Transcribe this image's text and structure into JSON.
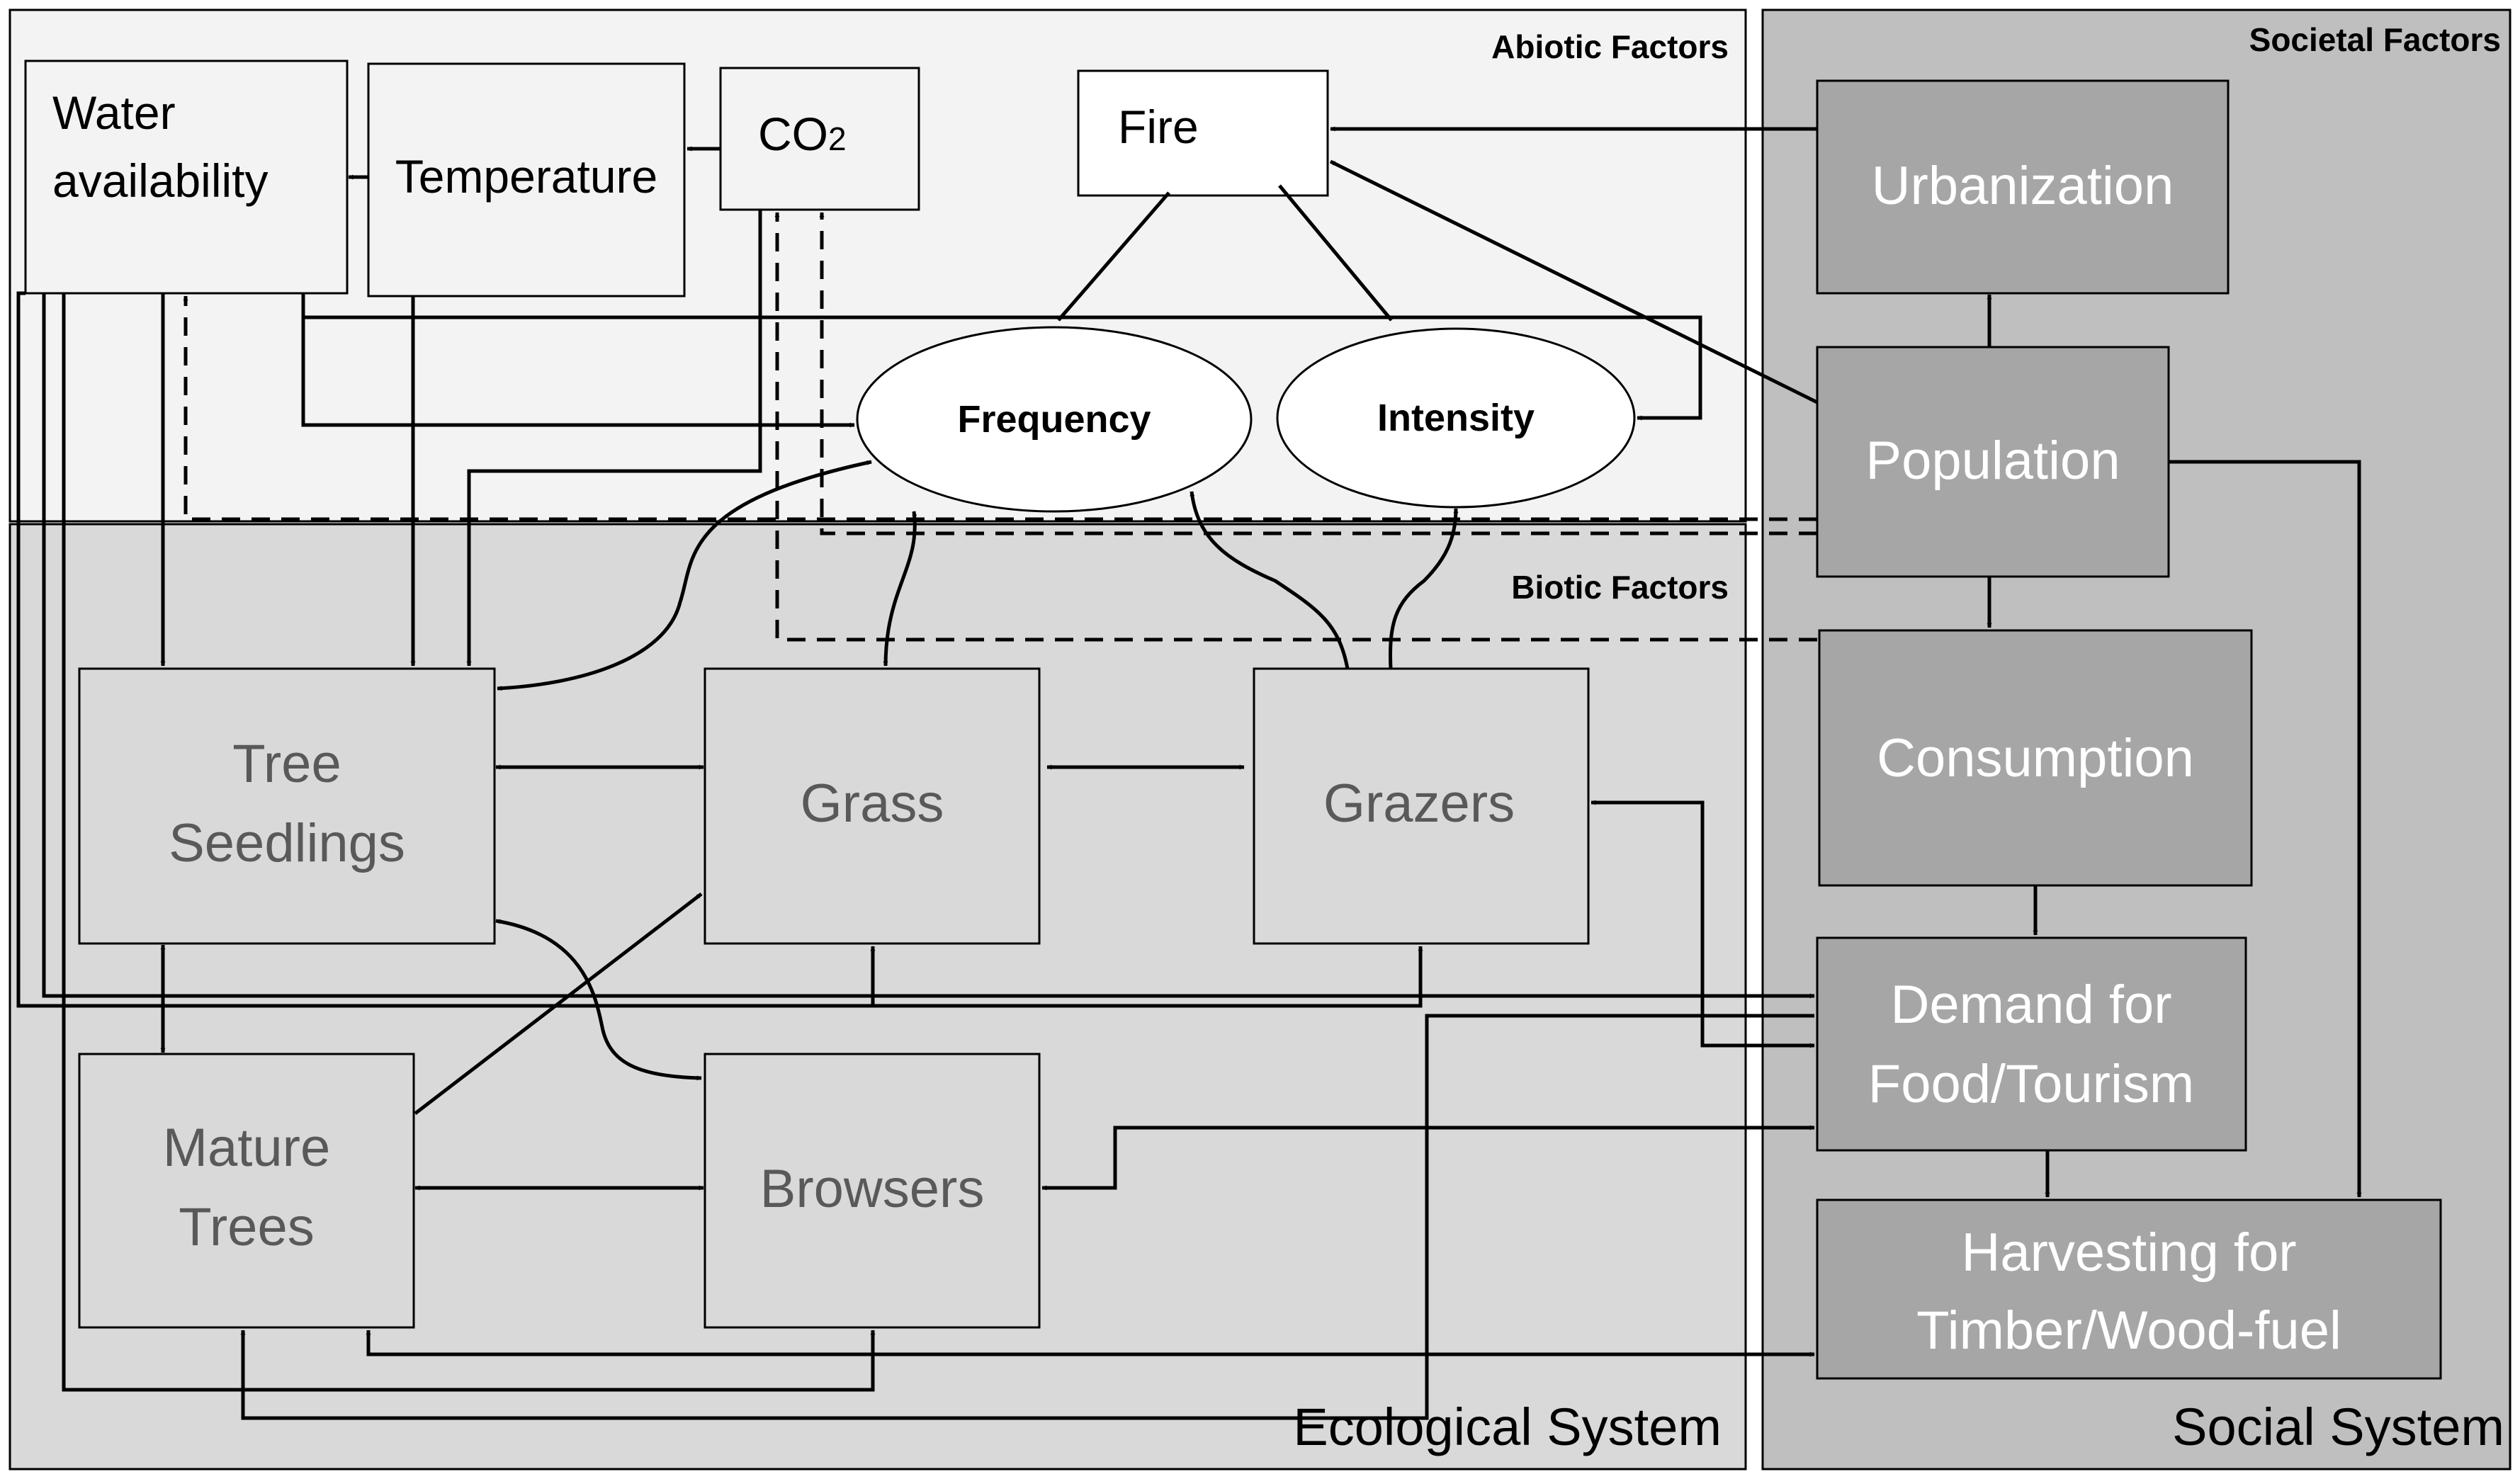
{
  "regions": {
    "abiotic": "Abiotic Factors",
    "biotic": "Biotic Factors",
    "societal": "Societal Factors",
    "ecological_system": "Ecological System",
    "social_system": "Social System"
  },
  "nodes": {
    "water_line1": "Water",
    "water_line2": "availability",
    "temperature": "Temperature",
    "co2_main": "CO",
    "co2_sub": "2",
    "fire": "Fire",
    "frequency": "Frequency",
    "intensity": "Intensity",
    "urbanization": "Urbanization",
    "population": "Population",
    "consumption": "Consumption",
    "demand_line1": "Demand for",
    "demand_line2": "Food/Tourism",
    "harvest_line1": "Harvesting for",
    "harvest_line2": "Timber/Wood-fuel",
    "tree_seedlings_line1": "Tree",
    "tree_seedlings_line2": "Seedlings",
    "grass": "Grass",
    "grazers": "Grazers",
    "mature_trees_line1": "Mature",
    "mature_trees_line2": "Trees",
    "browsers": "Browsers"
  },
  "colors": {
    "abiotic_bg": "#f3f3f3",
    "biotic_bg": "#d9d9d9",
    "social_bg": "#bfbfbf",
    "social_box": "#a6a6a6",
    "biotic_box": "#d9d9d9",
    "box_text_dark": "#595959",
    "box_text_light": "#ffffff",
    "line": "#000000"
  }
}
